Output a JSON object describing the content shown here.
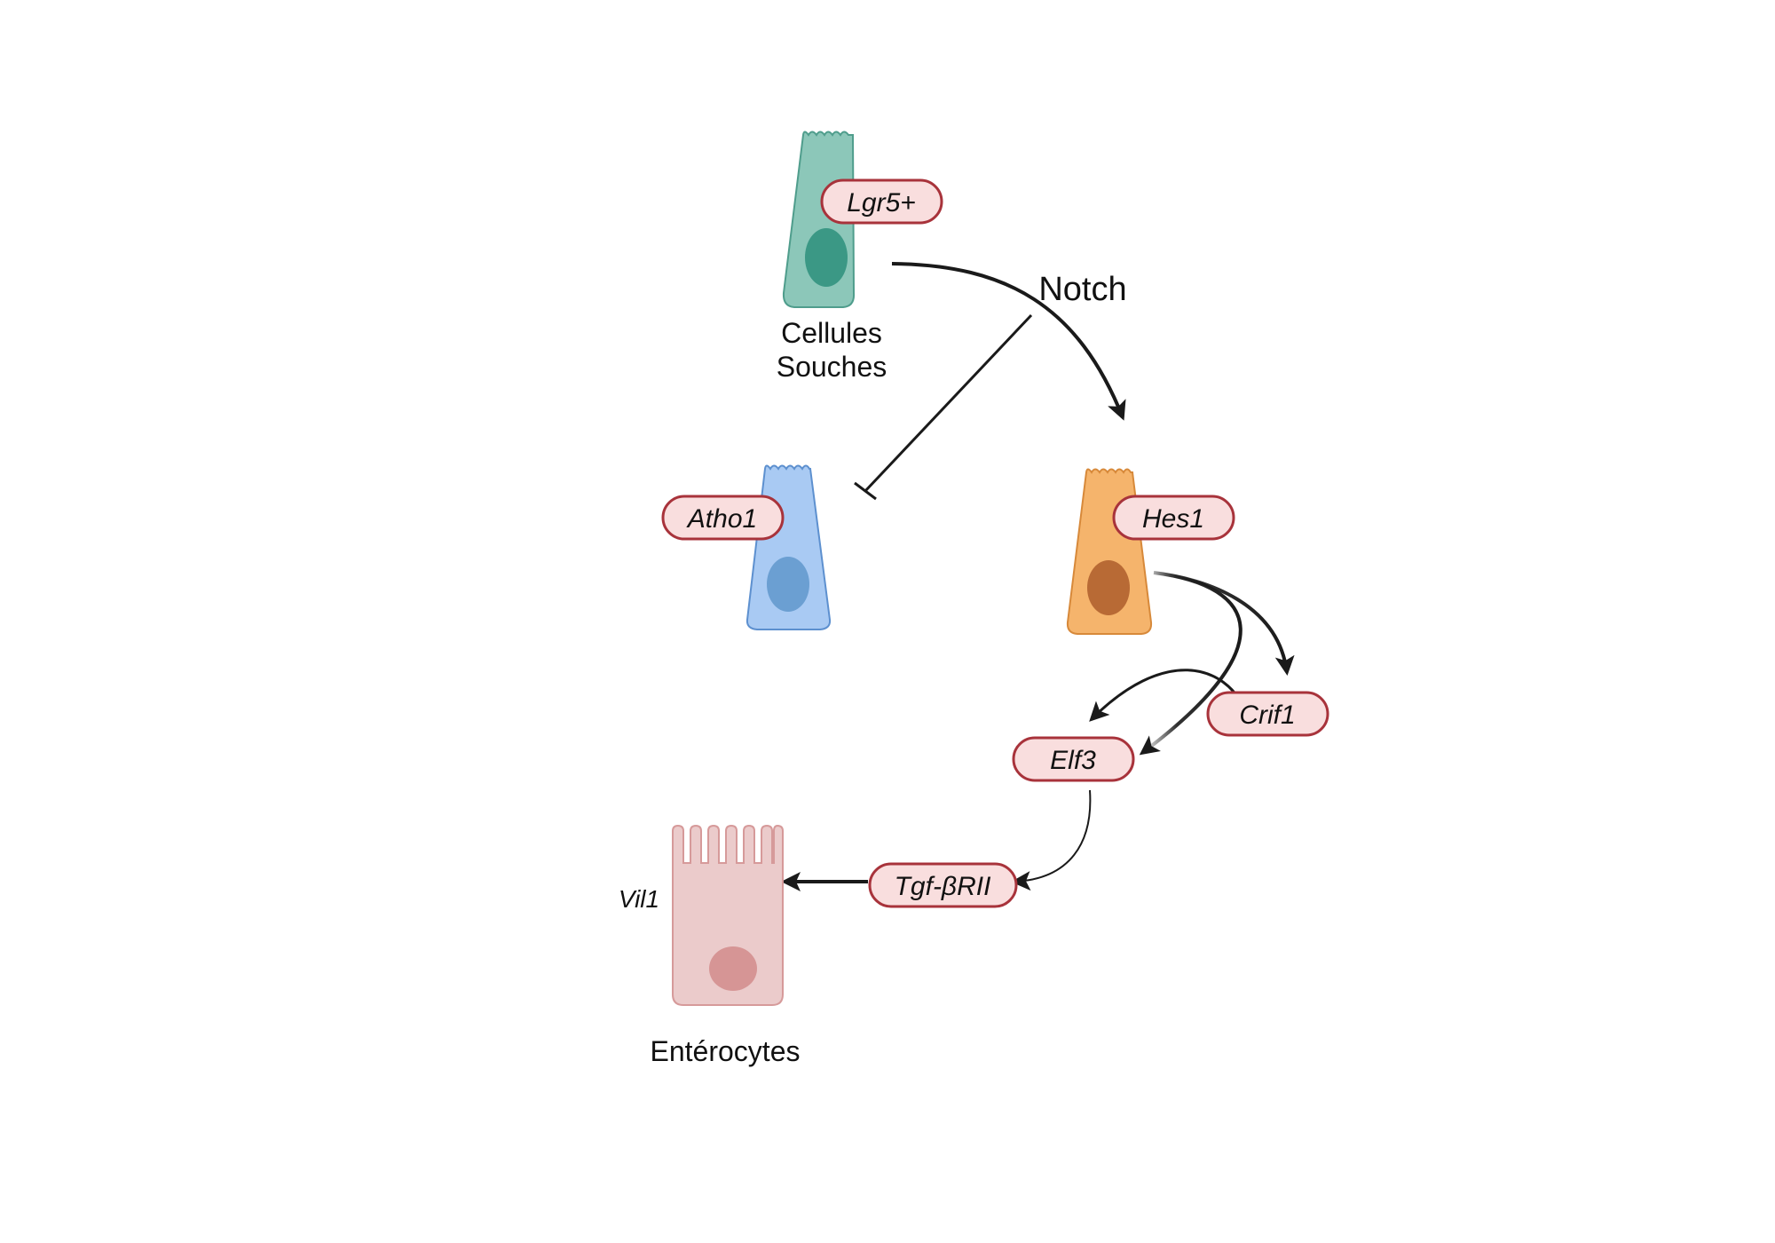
{
  "labels": {
    "stem_line1": "Cellules",
    "stem_line2": "Souches",
    "notch": "Notch",
    "enterocytes": "Entérocytes",
    "vil1": "Vil1"
  },
  "genes": {
    "lgr5": "Lgr5+",
    "atho1": "Atho1",
    "hes1": "Hes1",
    "crif1": "Crif1",
    "elf3": "Elf3",
    "tgfbrii": "Tgf-βRII"
  },
  "colors": {
    "stem_cell": "#8cc7b9",
    "stem_nucleus": "#3b9885",
    "secretory_cell": "#a9caf3",
    "secretory_nucleus": "#6b9fd2",
    "progenitor_cell": "#f5b46c",
    "progenitor_nucleus": "#b86a35",
    "enterocyte_cell": "#ebcbcb",
    "enterocyte_nucleus": "#d69595",
    "gene_fill": "#f9dede",
    "gene_border": "#a8333b",
    "arrow": "#1a1a1a"
  }
}
